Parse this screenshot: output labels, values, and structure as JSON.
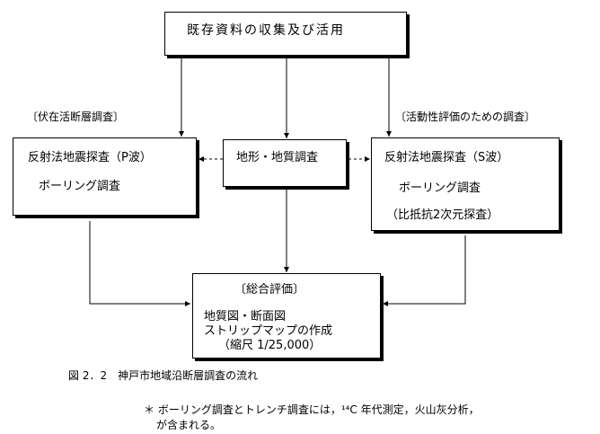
{
  "top": {
    "title": "既存資料の収集及び活用"
  },
  "left": {
    "label": "〔伏在活断層調査〕",
    "line1": "反射法地震探査（P波）",
    "line2": "ボーリング調査"
  },
  "center": {
    "title": "地形・地質調査"
  },
  "right": {
    "label": "〔活動性評価のための調査〕",
    "line1": "反射法地震探査（S波）",
    "line2": "ボーリング調査",
    "line3": "（比抵抗2次元探査）"
  },
  "bottom": {
    "heading": "〔総合評価〕",
    "line1": "地質図・断面図",
    "line2": "ストリップマップの作成",
    "line3": "（縮尺 1/25,000）"
  },
  "caption": "図 2．2　神戸市地域沿断層調査の流れ",
  "footnote": {
    "line1": "＊ ボーリング調査とトレンチ調査には，¹⁴C 年代測定，火山灰分析，",
    "line2": "が含まれる。"
  }
}
